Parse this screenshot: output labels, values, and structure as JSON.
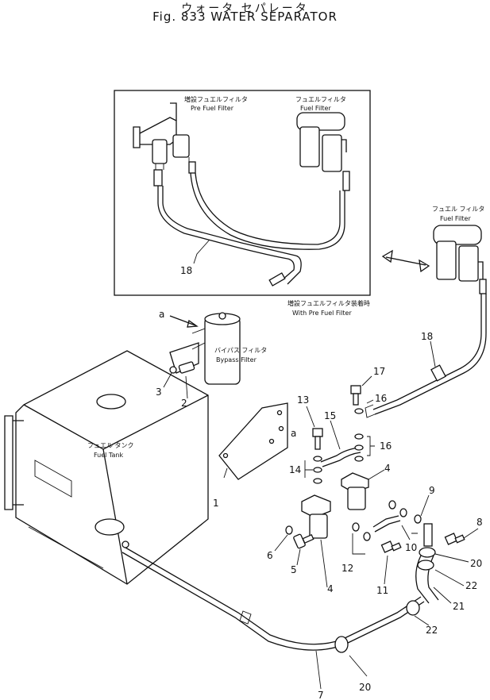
{
  "header": {
    "title_jp": "ウォータ セパレータ",
    "title_en": "Fig. 833  WATER  SEPARATOR"
  },
  "inset": {
    "pre_filter_jp": "増設フュエルフィルタ",
    "pre_filter_en": "Pre Fuel Filter",
    "fuel_filter_jp": "フュエルフィルタ",
    "fuel_filter_en": "Fuel Filter",
    "caption_jp": "増設フュエルフィルタ装着時",
    "caption_en": "With Pre Fuel Filter"
  },
  "labels": {
    "fuel_filter_jp": "フュエル フィルタ",
    "fuel_filter_en": "Fuel Filter",
    "bypass_jp": "バイパス フィルタ",
    "bypass_en": "Bypass Filter",
    "tank_jp": "フュエル タンク",
    "tank_en": "Fuel Tank",
    "view_a": "a"
  },
  "callouts": {
    "c1": "1",
    "c2": "2",
    "c3": "3",
    "c4a": "4",
    "c4b": "4",
    "c5": "5",
    "c6": "6",
    "c7": "7",
    "c8": "8",
    "c9": "9",
    "c10": "10",
    "c11": "11",
    "c12": "12",
    "c13": "13",
    "c14": "14",
    "c15": "15",
    "c16a": "16",
    "c16b": "16",
    "c17": "17",
    "c18a": "18",
    "c18b": "18",
    "c20a": "20",
    "c20b": "20",
    "c21": "21",
    "c22a": "22",
    "c22b": "22"
  }
}
